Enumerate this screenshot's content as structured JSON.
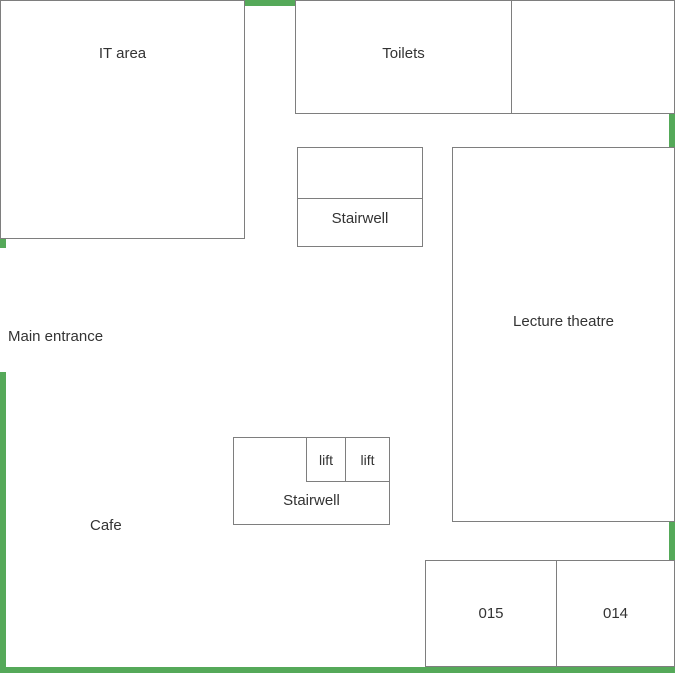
{
  "colors": {
    "outer_wall_green": "#55a959",
    "room_outline_gray": "#7e7e7e",
    "label_text": "#333333",
    "background": "#ffffff"
  },
  "labels": {
    "it_area": "IT area",
    "toilets": "Toilets",
    "stairwell_top": "Stairwell",
    "lecture_theatre": "Lecture theatre",
    "main_entrance": "Main entrance",
    "stairwell_mid": "Stairwell",
    "lift_left": "lift",
    "lift_right": "lift",
    "cafe": "Cafe",
    "room_015": "015",
    "room_014": "014"
  }
}
